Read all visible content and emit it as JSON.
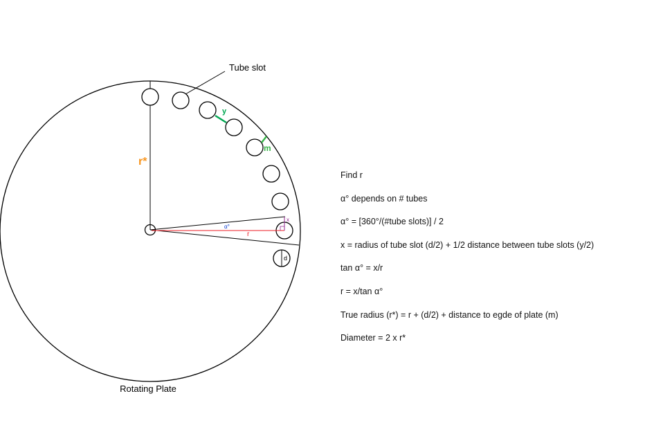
{
  "diagram": {
    "labels": {
      "tube_slot": "Tube slot",
      "rotating_plate": "Rotating Plate",
      "r_star": "r*",
      "y": "y",
      "m": "m",
      "alpha": "α°",
      "r": "r",
      "x": "x",
      "d": "d"
    },
    "colors": {
      "r_star": "#f7941d",
      "y": "#00a651",
      "m": "#39b54a",
      "alpha": "#0033cc",
      "r": "#ed1c24",
      "x": "#92278f",
      "line": "#000000"
    }
  },
  "notes": [
    "Find r",
    "α° depends on # tubes",
    "α° = [360°/(#tube slots)] / 2",
    "x = radius of tube slot (d/2) + 1/2 distance between tube slots (y/2)",
    "tan α° = x/r",
    "r = x/tan α°",
    "True radius (r*) = r + (d/2) + distance to egde of plate (m)",
    "Diameter = 2 x r*"
  ]
}
